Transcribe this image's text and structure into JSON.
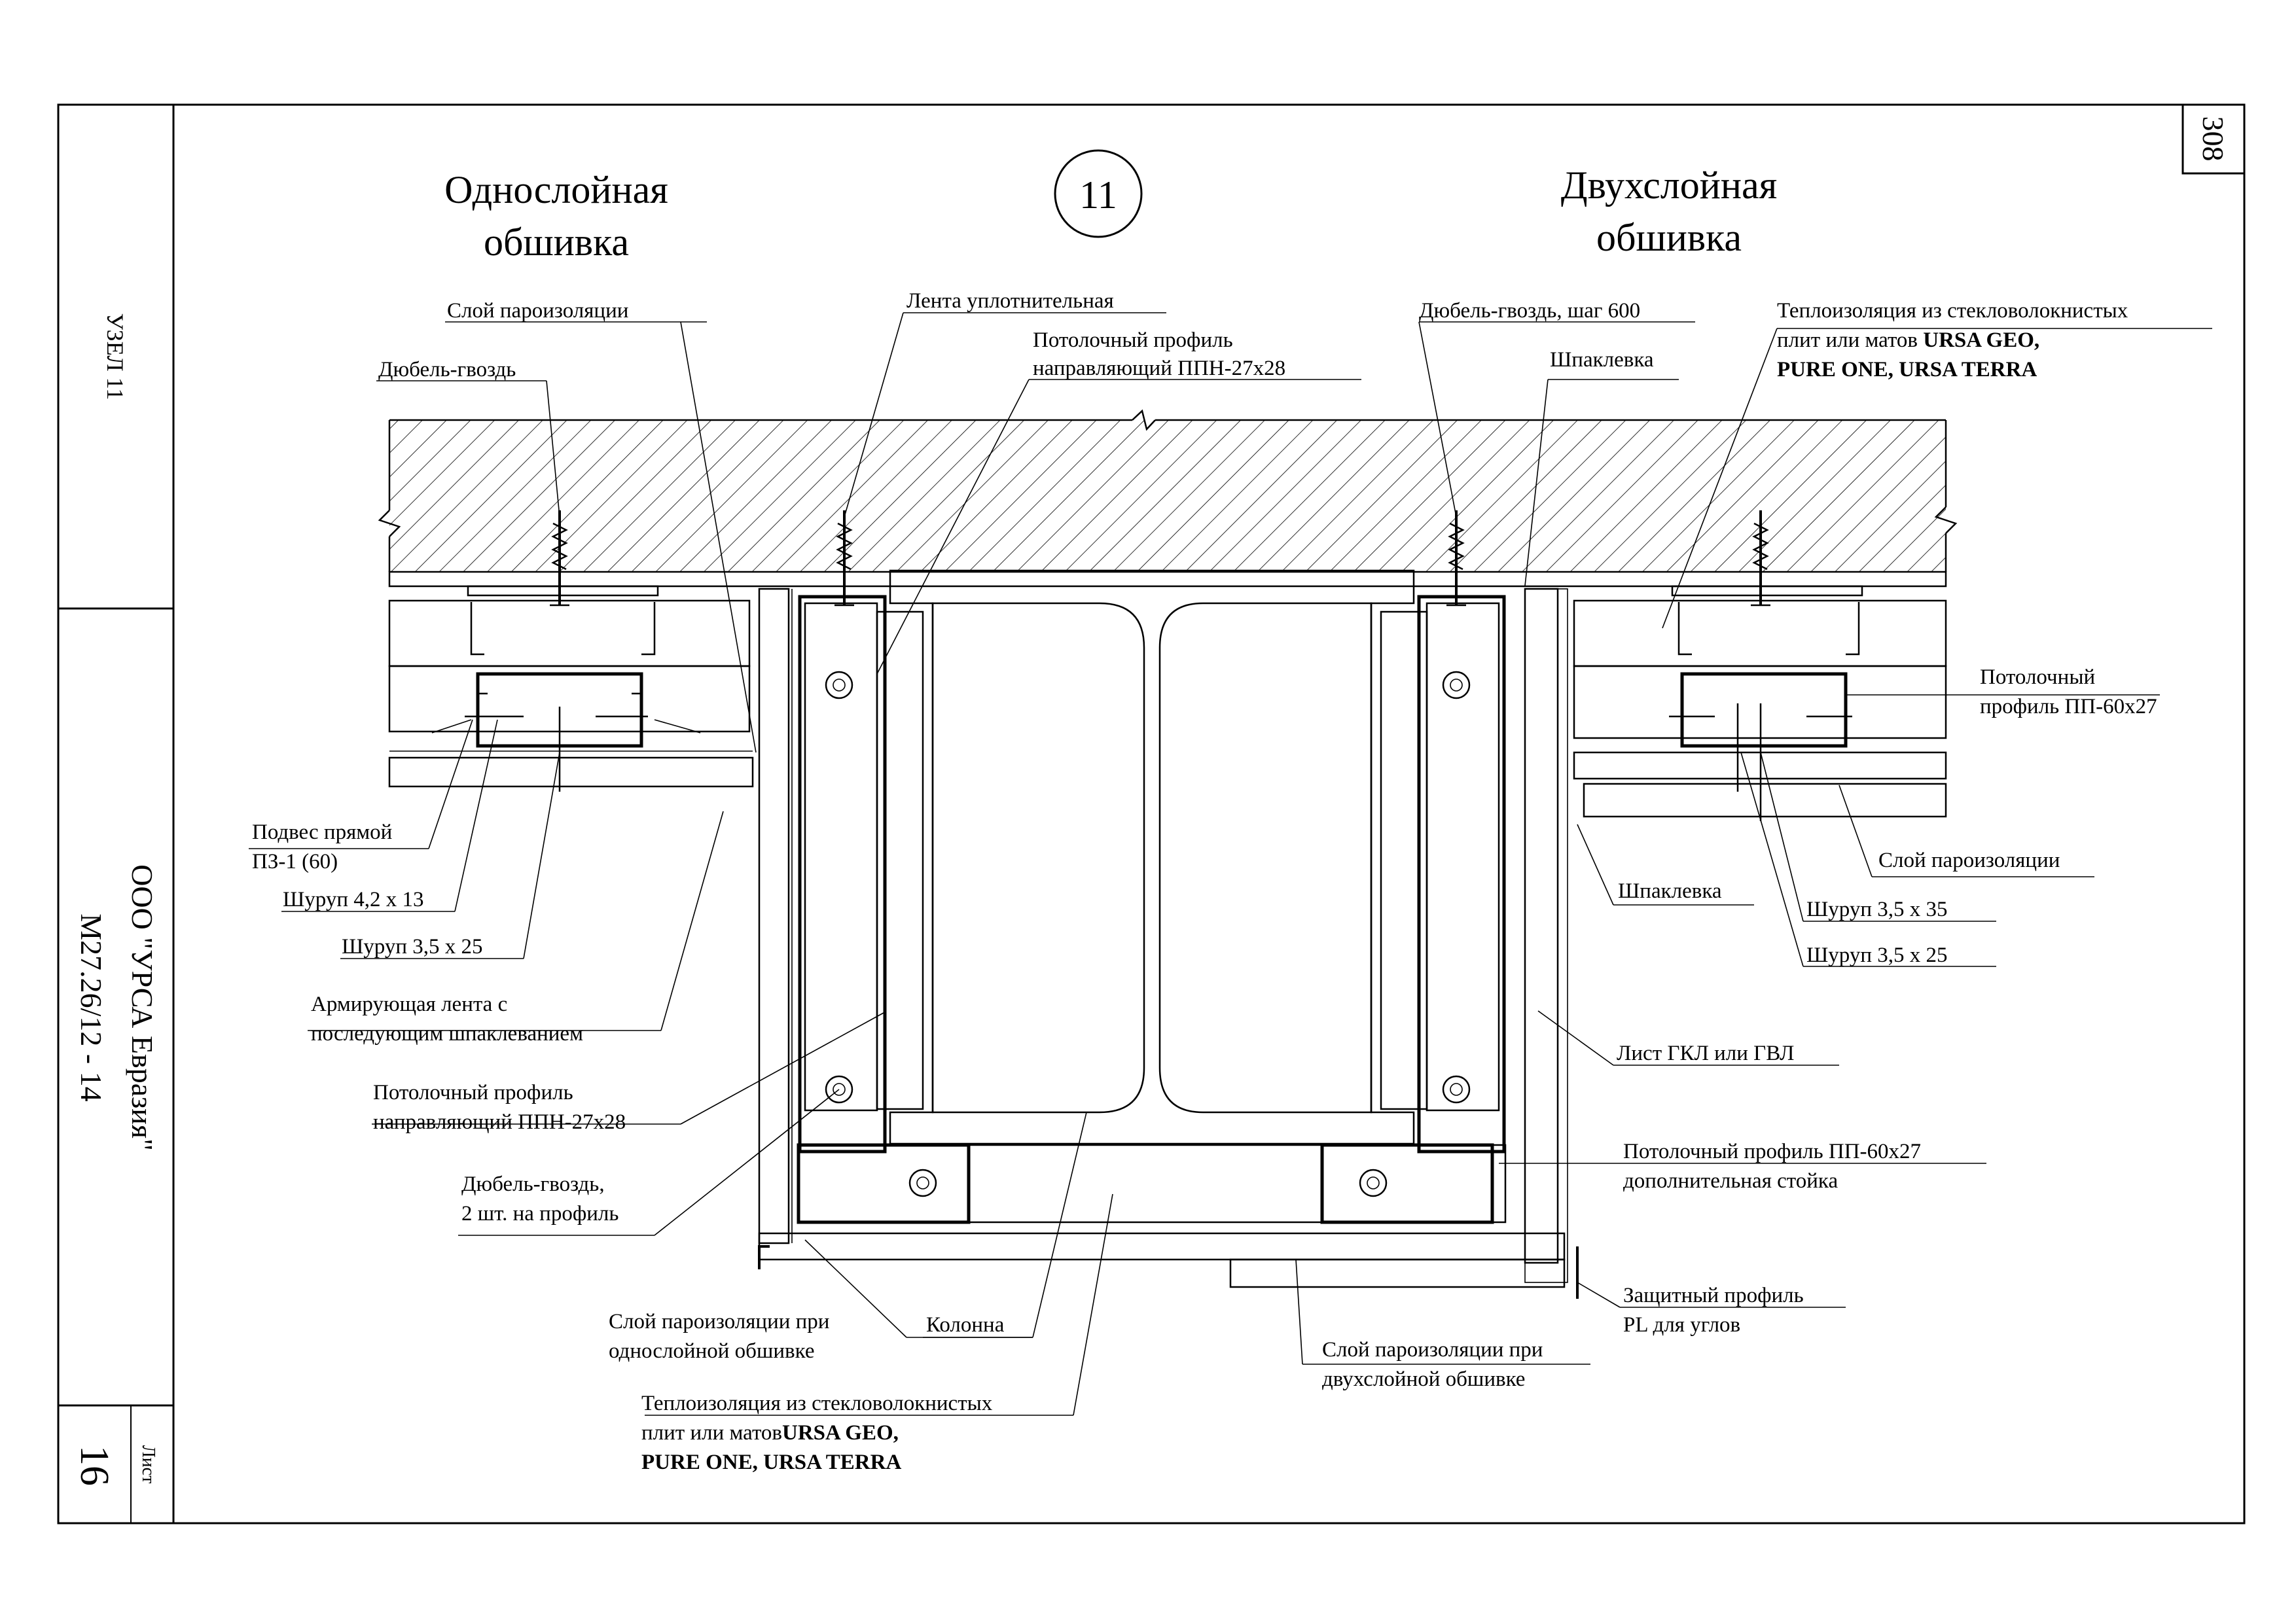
{
  "frame": {
    "sheet_number": "308",
    "node_label": "УЗЕЛ 11",
    "company": "ООО \"УРСА Евразия\"",
    "doc_code": "М27.26/12 - 14",
    "sheet_label": "Лист",
    "sheet_value": "16"
  },
  "titles": {
    "left_line1": "Однослойная",
    "left_line2": "обшивка",
    "node_number": "11",
    "right_line1": "Двухслойная",
    "right_line2": "обшивка"
  },
  "callouts": {
    "vapor_barrier_top": "Слой пароизоляции",
    "dowel_nail_left": "Дюбель-гвоздь",
    "sealing_tape": "Лента уплотнительная",
    "guide_profile_top_l1": "Потолочный профиль",
    "guide_profile_top_l2": "направляющий ППН-27х28",
    "dowel_nail_step": "Дюбель-гвоздь, шаг 600",
    "putty_top": "Шпаклевка",
    "insulation_top_l1": "Теплоизоляция из стекловолокнистых",
    "insulation_top_l2a": "плит или матов ",
    "insulation_top_l2b": "URSA GEO,",
    "insulation_top_l3": "PURE ONE, URSA TERRA",
    "ceiling_profile_right_l1": "Потолочный",
    "ceiling_profile_right_l2": "профиль ПП-60х27",
    "hanger_l1": "Подвес прямой",
    "hanger_l2": "ПЗ-1 (60)",
    "screw_42x13": "Шуруп 4,2 х 13",
    "screw_35x25_left": "Шуруп 3,5 х 25",
    "vapor_barrier_right": "Слой пароизоляции",
    "putty_right": "Шпаклевка",
    "screw_35x35": "Шуруп 3,5 х 35",
    "screw_35x25_right": "Шуруп 3,5 х 25",
    "reinforcing_tape_l1": "Армирующая лента с",
    "reinforcing_tape_l2": "последующим шпаклеванием",
    "sheet_gkl": "Лист ГКЛ или ГВЛ",
    "guide_profile_mid_l1": "Потолочный профиль",
    "guide_profile_mid_l2": "направляющий ППН-27х28",
    "extra_post_l1": "Потолочный профиль ПП-60х27",
    "extra_post_l2": "дополнительная стойка",
    "dowel_two_l1": "Дюбель-гвоздь,",
    "dowel_two_l2": "2 шт. на профиль",
    "corner_profile_l1": "Защитный профиль",
    "corner_profile_l2": "PL для углов",
    "vapor_single_l1": "Слой пароизоляции при",
    "vapor_single_l2": "однослойной обшивке",
    "column": "Колонна",
    "vapor_double_l1": "Слой пароизоляции при",
    "vapor_double_l2": "двухслойной обшивке",
    "insulation_bottom_l1": "Теплоизоляция из стекловолокнистых",
    "insulation_bottom_l2a": "плит или матов",
    "insulation_bottom_l2b": "URSA GEO,",
    "insulation_bottom_l3": "PURE ONE, URSA TERRA"
  }
}
